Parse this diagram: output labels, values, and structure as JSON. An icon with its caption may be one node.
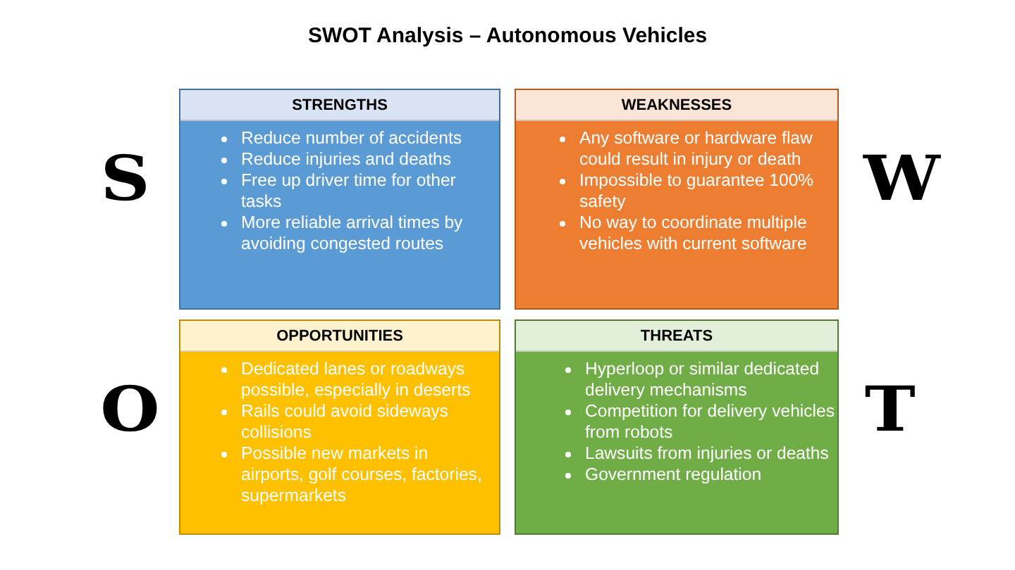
{
  "diagram": {
    "title": "SWOT Analysis – Autonomous Vehicles",
    "nodes": [
      {
        "text": [
          "STRENGTHS",
          "Reduce number of accidents",
          "Reduce injuries and deaths",
          "Free up driver time for other tasks",
          "More reliable arrival times by avoiding congested routes"
        ],
        "beside": [
          "S"
        ]
      },
      {
        "text": [
          "WEAKNESSES",
          "Any software or hardware flaw could result in injury or death",
          "Impossible to guarantee 100% safety",
          "No way to coordinate multiple vehicles with current software"
        ],
        "beside": [
          "W"
        ]
      },
      {
        "text": [
          "OPPORTUNITIES",
          "Dedicated lanes or roadways possible, especially in deserts",
          "Rails could avoid sideways collisions",
          "Possible new markets in airports, golf courses, factories, supermarkets"
        ],
        "beside": [
          "O"
        ]
      },
      {
        "text": [
          "THREATS",
          "Hyperloop or similar dedicated delivery mechanisms",
          "Competition for delivery vehicles from robots",
          "Lawsuits from injuries or deaths",
          "Government regulation"
        ],
        "beside": [
          "T"
        ]
      }
    ]
  }
}
